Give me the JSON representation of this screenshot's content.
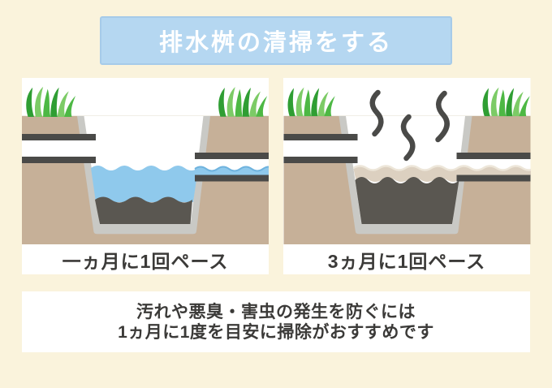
{
  "title": {
    "text": "排水桝の清掃をする"
  },
  "panels": [
    {
      "id": "clean-monthly",
      "caption": "一ヵ月に1回ペース"
    },
    {
      "id": "dirty-quarterly",
      "caption": "3ヵ月に1回ペース"
    }
  ],
  "note": {
    "line1": "汚れや悪臭・害虫の発生を防ぐには",
    "line2": "1ヵ月に1度を目安に掃除がおすすめです"
  },
  "colors": {
    "background": "#FAF3DC",
    "banner_bg": "#B5D7F1",
    "banner_border": "#A6CBE9",
    "banner_text": "#FFFFFF",
    "panel_bg": "#FFFFFF",
    "soil": "#C6B098",
    "ground_line": "#EAE6DB",
    "pit_liner": "#C9C9C5",
    "pit_interior": "#FFFFFF",
    "pipe": "#4A4A48",
    "water": "#8FC9EC",
    "water_crest": "#6FB3DE",
    "sludge": "#5A5751",
    "scum": "#DCD0C0",
    "scum_crest": "#EDE6D9",
    "steam": "#4A4A48",
    "grass_dark": "#2F9E33",
    "grass_mid": "#4DB844",
    "grass_light": "#7CCB66",
    "text": "#3B3A38"
  }
}
